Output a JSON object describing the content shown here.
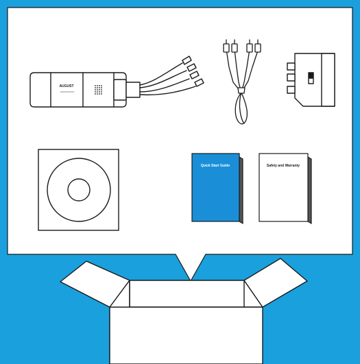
{
  "colors": {
    "background": "#1aa0dd",
    "panel": "#ffffff",
    "outline": "#1a1a1a",
    "quick_start_booklet": "#1a8fd8"
  },
  "items": {
    "usb_grabber": {
      "icon": "usb-video-grabber",
      "brand_text": "AUGUST"
    },
    "av_cable": {
      "icon": "rca-av-cable"
    },
    "scart_adapter": {
      "icon": "scart-adapter"
    },
    "cd": {
      "icon": "driver-cd-in-sleeve"
    },
    "quick_start_guide": {
      "title": "Quick Start Guide"
    },
    "safety_warranty": {
      "title": "Safety and Warranty"
    },
    "box": {
      "icon": "open-box"
    }
  }
}
